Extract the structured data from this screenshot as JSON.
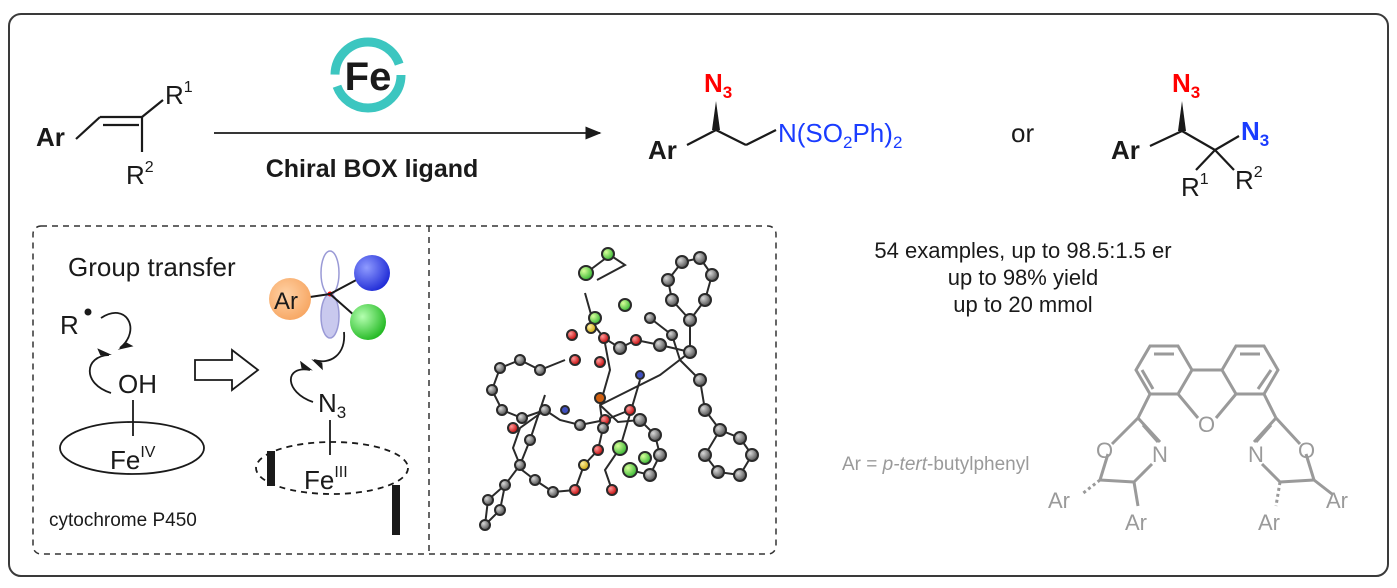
{
  "colors": {
    "text": "#1a1a1a",
    "azide_red": "#ff0000",
    "sulfonyl_blue": "#1a3cff",
    "ligand_gray": "#9a9a9a",
    "fe_ring": "#3cc6c0",
    "ar_orange": "#f6a25c",
    "blue_ball": "#1f2bd6",
    "green_ball": "#2fd22f",
    "orbital_lilac": "#c9c9ee"
  },
  "reaction": {
    "sm_ar": "Ar",
    "sm_r": "R",
    "sup1": "1",
    "sup2": "2",
    "catalyst_metal": "Fe",
    "arrow_label": "Chiral BOX ligand",
    "n3_n": "N",
    "n3_sub": "3",
    "p1_ar": "Ar",
    "p1_amine_a": "N(SO",
    "p1_amine_sub": "2",
    "p1_amine_b": "Ph)",
    "p1_amine_sub2": "2",
    "or_text": "or",
    "p2_ar": "Ar"
  },
  "stats": {
    "line1": "54 examples, up to 98.5:1.5 er",
    "line2": "up to 98% yield",
    "line3": "up to 20 mmol"
  },
  "mechanism": {
    "title": "Group transfer",
    "radical_r": "R",
    "oh": "OH",
    "fe4": "Fe",
    "fe4_sup": "IV",
    "enzyme_label": "cytochrome P450",
    "ar_label": "Ar",
    "n3_n": "N",
    "n3_sub": "3",
    "fe3": "Fe",
    "fe3_sup": "III"
  },
  "ligand": {
    "ar_def_a": "Ar = ",
    "ar_def_b": "p-tert",
    "ar_def_c": "-butylphenyl",
    "o_atom": "O",
    "n_atom": "N",
    "ar": "Ar"
  },
  "icons": {
    "catalyst": "fe-cycle-icon",
    "crystal": "crystal-structure-icon",
    "reaction_arrow": "right-arrow-icon",
    "open_arrow": "hollow-arrow-icon"
  }
}
